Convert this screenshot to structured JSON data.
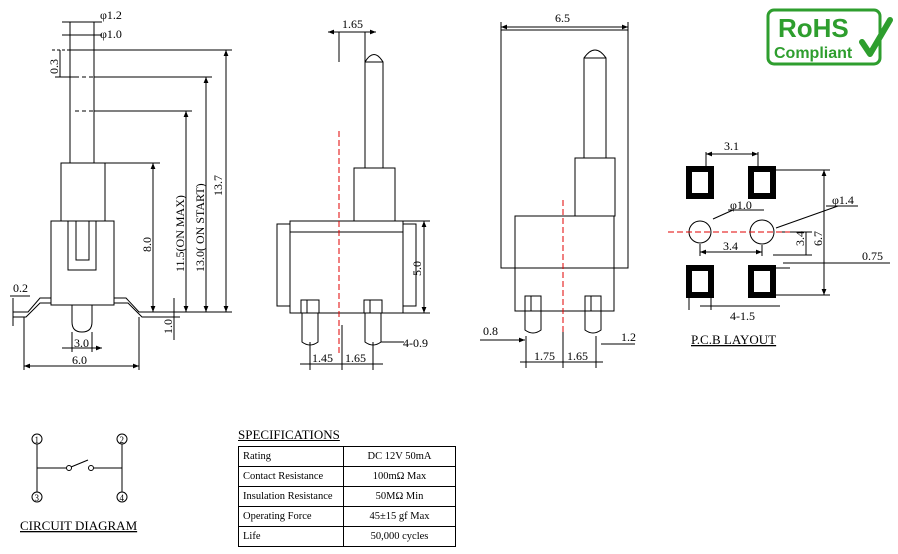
{
  "logo": {
    "line1": "RoHS",
    "line2": "Compliant",
    "color": "#2e9e2e"
  },
  "side_view": {
    "phi_outer": "φ1.2",
    "phi_inner": "φ1.0",
    "d_03": "0.3",
    "d_02": "0.2",
    "d_80": "8.0",
    "d_115": "11.5(ON MAX)",
    "d_130": "13.0( ON START)",
    "d_137": "13.7",
    "d_10": "1.0",
    "d_30": "3.0",
    "d_60": "6.0"
  },
  "front_view": {
    "d_165_top": "1.65",
    "d_50": "5.0",
    "d_409": "4-0.9",
    "d_145": "1.45",
    "d_165_bottom": "1.65"
  },
  "end_view": {
    "d_65": "6.5",
    "d_08": "0.8",
    "d_12": "1.2",
    "d_175": "1.75",
    "d_165": "1.65"
  },
  "pcb": {
    "d_31": "3.1",
    "phi_10": "φ1.0",
    "phi_14": "φ1.4",
    "d_34_h": "3.4",
    "d_34_v": "3.4",
    "d_67": "6.7",
    "d_075": "0.75",
    "d_415": "4-1.5",
    "title": "P.C.B LAYOUT"
  },
  "circuit": {
    "pins": [
      "1",
      "2",
      "3",
      "4"
    ],
    "title": "CIRCUIT DIAGRAM"
  },
  "specs": {
    "title": "SPECIFICATIONS",
    "rows": [
      {
        "label": "Rating",
        "value": "DC 12V  50mA"
      },
      {
        "label": "Contact Resistance",
        "value": "100mΩ  Max"
      },
      {
        "label": "Insulation Resistance",
        "value": "50MΩ  Min"
      },
      {
        "label": "Operating Force",
        "value": "45±15 gf Max"
      },
      {
        "label": "Life",
        "value": "50,000 cycles"
      }
    ]
  },
  "colors": {
    "line": "#000000",
    "centerline": "#e00000",
    "pad": "#000000"
  }
}
